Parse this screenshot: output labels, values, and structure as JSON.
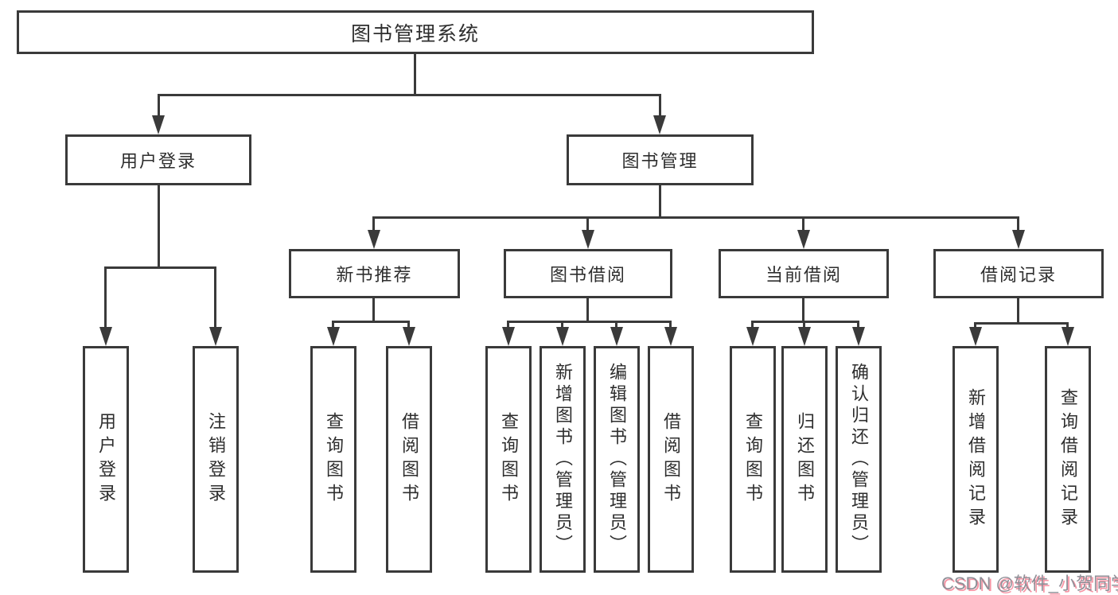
{
  "diagram": {
    "root": {
      "label": "图书管理系统"
    },
    "level2": [
      {
        "label": "用户登录"
      },
      {
        "label": "图书管理"
      }
    ],
    "level3": [
      {
        "label": "新书推荐",
        "parent": "图书管理"
      },
      {
        "label": "图书借阅",
        "parent": "图书管理"
      },
      {
        "label": "当前借阅",
        "parent": "图书管理"
      },
      {
        "label": "借阅记录",
        "parent": "图书管理"
      }
    ],
    "leaves": [
      {
        "label": "用户登录",
        "parent": "用户登录"
      },
      {
        "label": "注销登录",
        "parent": "用户登录"
      },
      {
        "label": "查询图书",
        "parent": "新书推荐"
      },
      {
        "label": "借阅图书",
        "parent": "新书推荐"
      },
      {
        "label": "查询图书",
        "parent": "图书借阅"
      },
      {
        "label": "新增图书（管理员）",
        "parent": "图书借阅"
      },
      {
        "label": "编辑图书（管理员）",
        "parent": "图书借阅"
      },
      {
        "label": "借阅图书",
        "parent": "图书借阅"
      },
      {
        "label": "查询图书",
        "parent": "当前借阅"
      },
      {
        "label": "归还图书",
        "parent": "当前借阅"
      },
      {
        "label": "确认归还（管理员）",
        "parent": "当前借阅"
      },
      {
        "label": "新增借阅记录",
        "parent": "借阅记录"
      },
      {
        "label": "查询借阅记录",
        "parent": "借阅记录"
      }
    ]
  },
  "watermark": {
    "text": "CSDN @软件_小贺同学"
  },
  "colors": {
    "line": "#3a3a3a",
    "text": "#2e2e2e",
    "background": "#ffffff",
    "watermark_gray": "#8f8f97",
    "watermark_pink": "#f795a5"
  }
}
